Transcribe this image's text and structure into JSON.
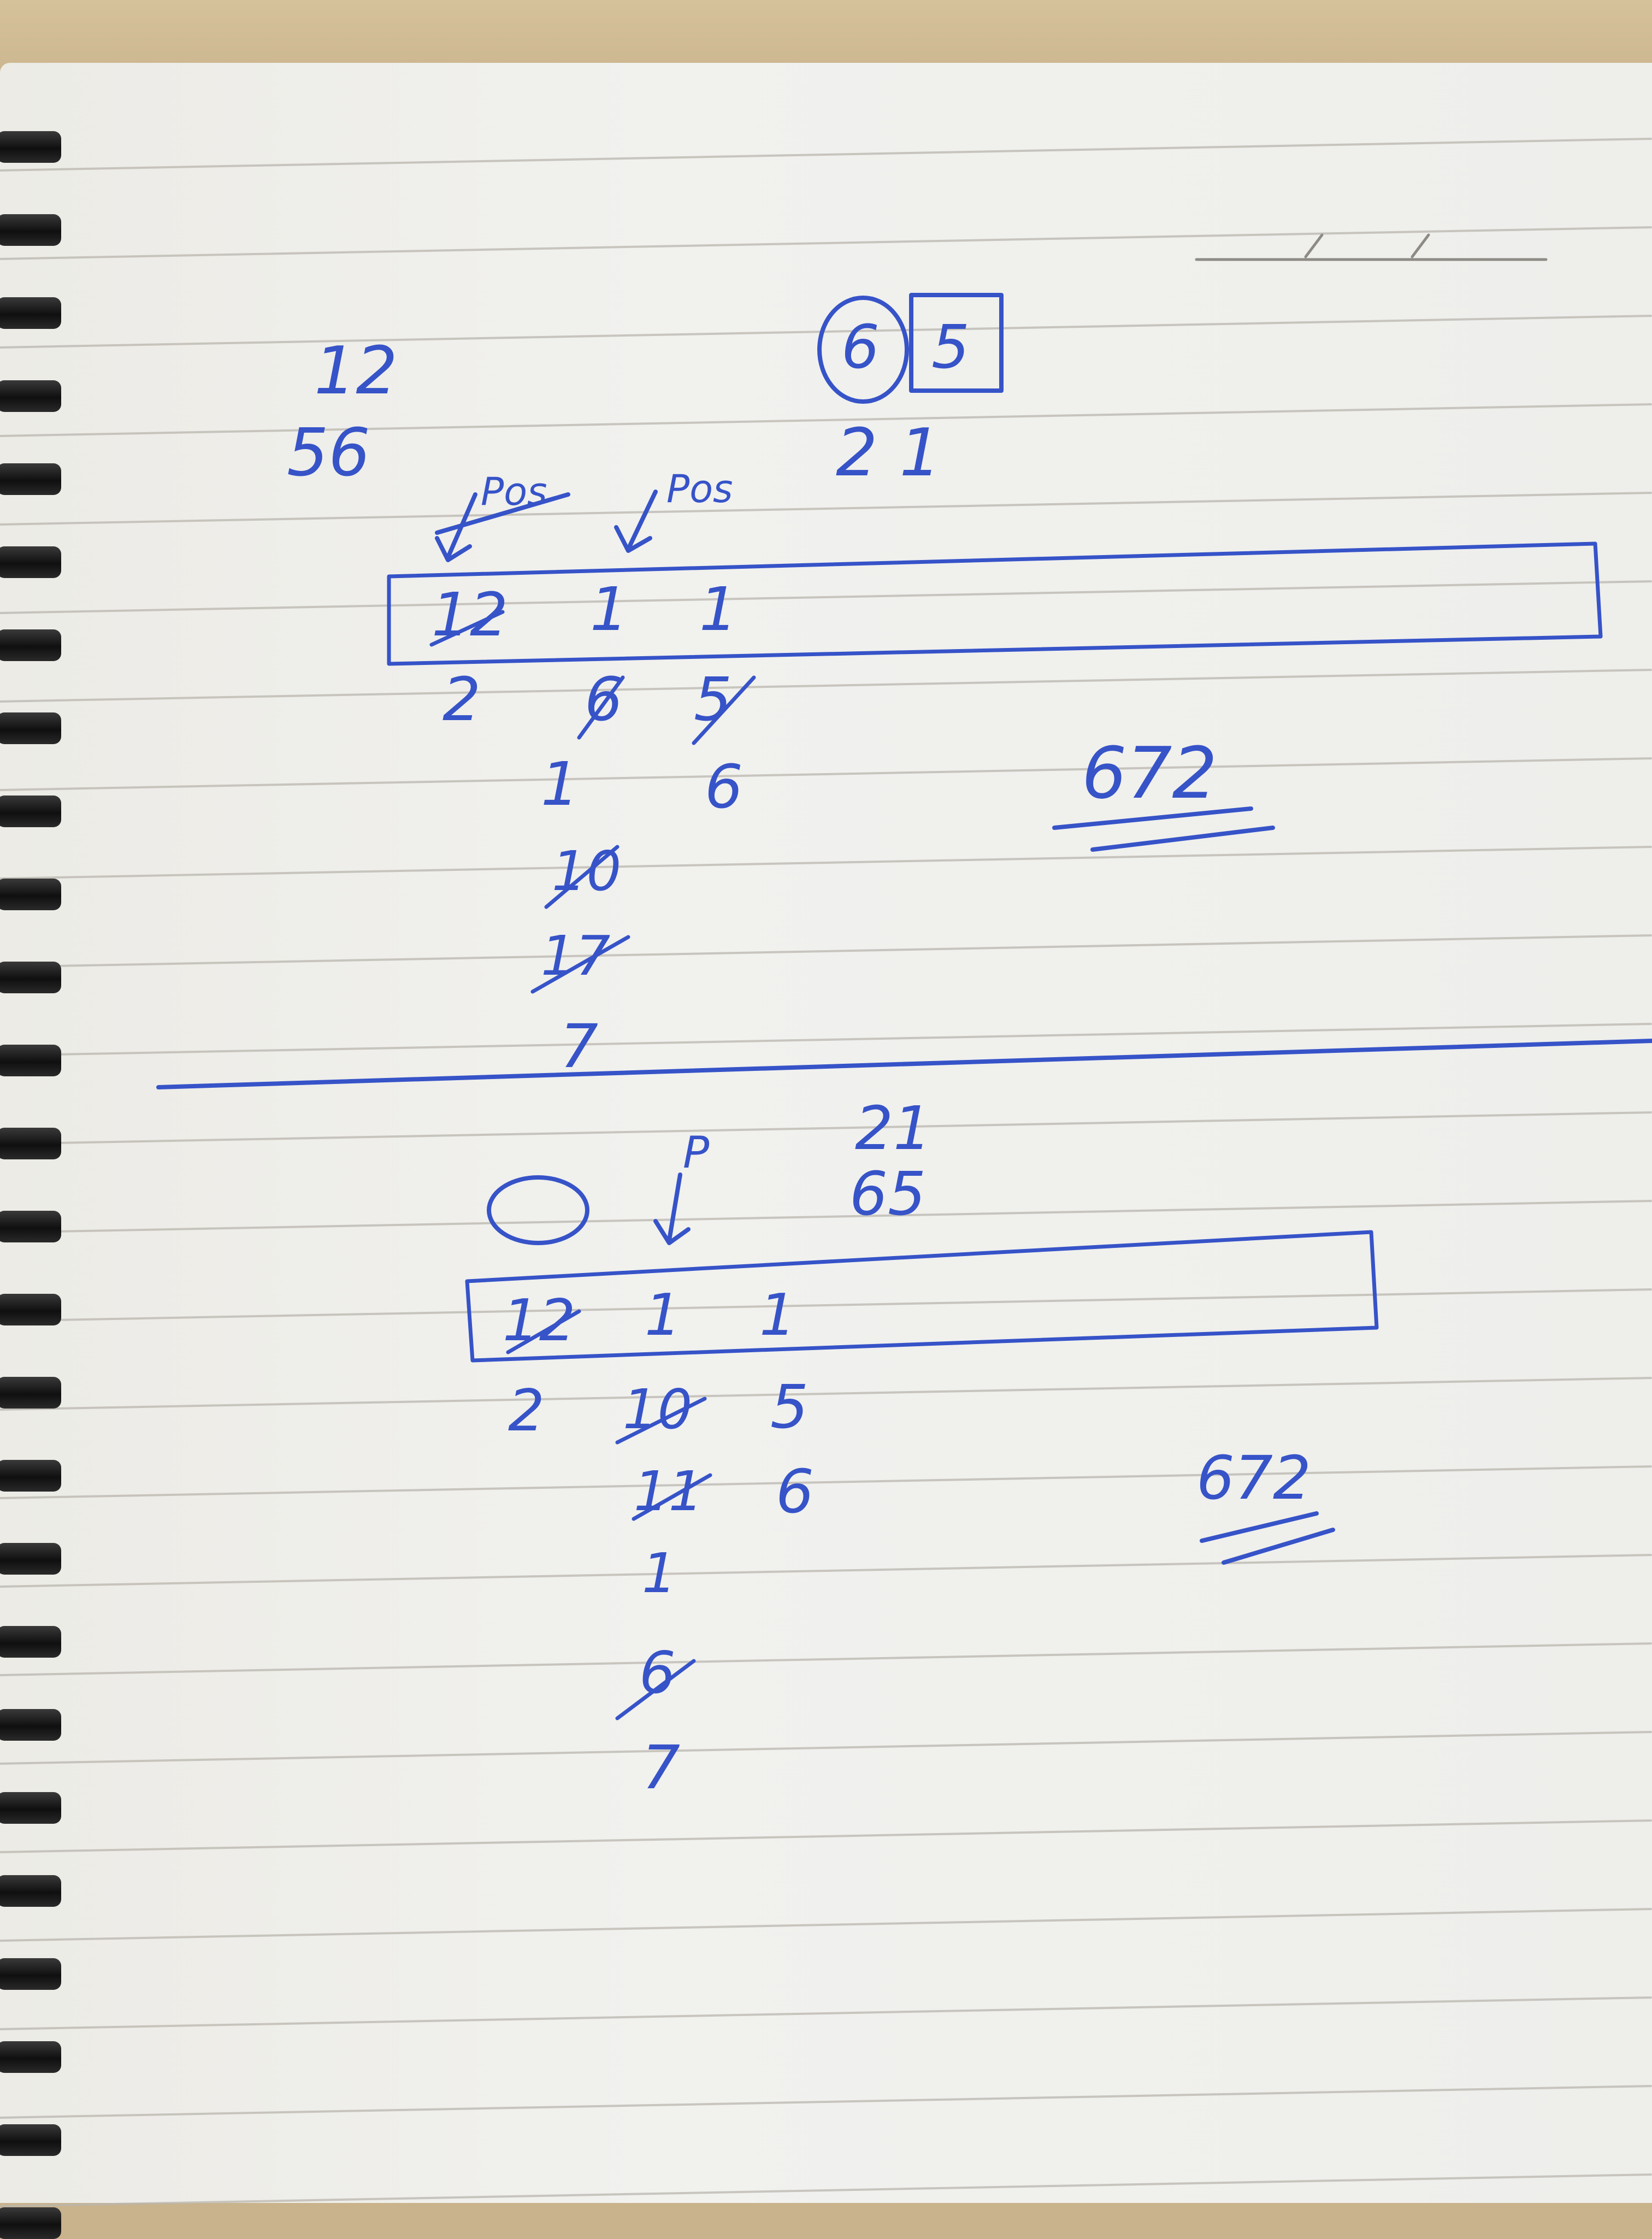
{
  "image_kind": "photo of notebook page with handwritten arithmetic",
  "ink_color": "#3653c8",
  "paper_color": "#efefec",
  "top_section": {
    "operands_left": [
      "12",
      "56"
    ],
    "operands_right": [
      "6",
      "5",
      "21"
    ],
    "pointer_labels": [
      "Pos",
      "Pos"
    ],
    "boxed_row": [
      "12",
      "1",
      "1"
    ],
    "column_1": [
      "2"
    ],
    "column_2": [
      "6",
      "1",
      "10",
      "17",
      "7"
    ],
    "column_3": [
      "5",
      "6"
    ],
    "result": "672"
  },
  "bottom_section": {
    "operands_right": [
      "21",
      "65"
    ],
    "pointer_labels": [
      "P"
    ],
    "boxed_row": [
      "12",
      "1",
      "1"
    ],
    "column_1": [
      "2"
    ],
    "column_2": [
      "10",
      "11",
      "1",
      "6",
      "7"
    ],
    "column_3": [
      "5",
      "6"
    ],
    "result": "672"
  }
}
